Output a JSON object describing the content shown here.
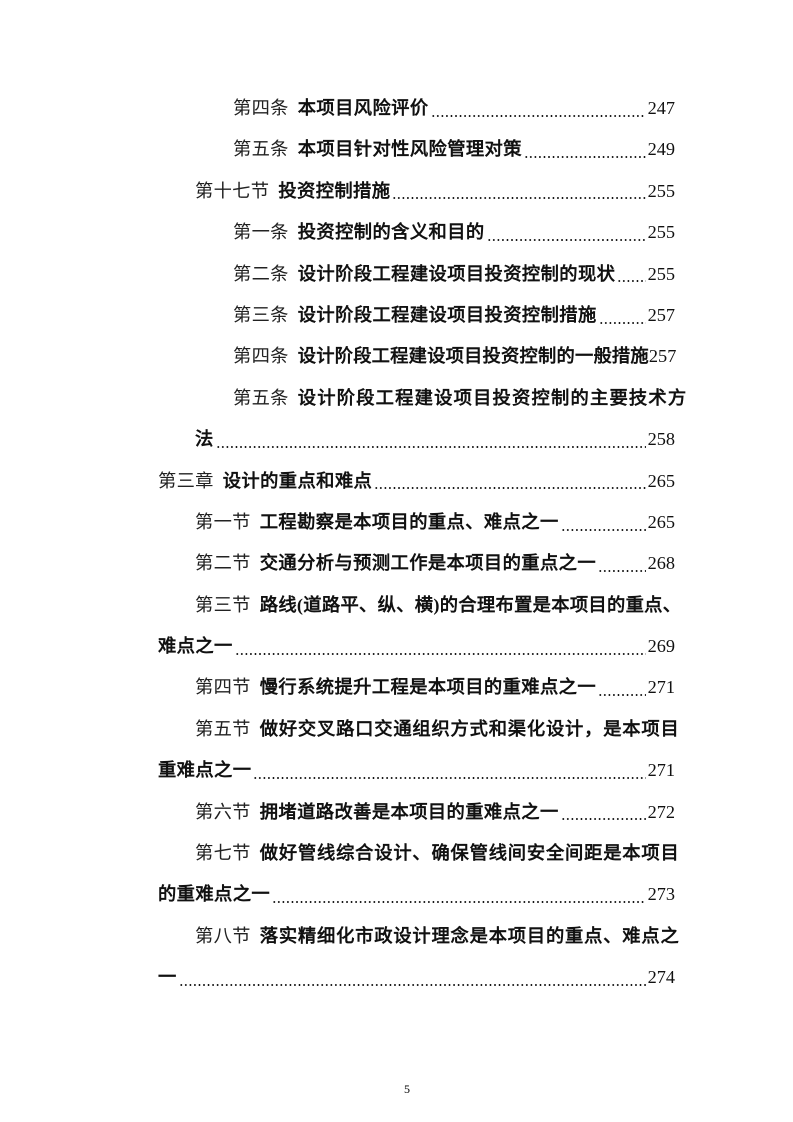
{
  "toc": {
    "entries": [
      {
        "level": 3,
        "label": "第四条",
        "title_lines": [
          "本项目风险评价"
        ],
        "page": "247"
      },
      {
        "level": 3,
        "label": "第五条",
        "title_lines": [
          "本项目针对性风险管理对策"
        ],
        "page": "249"
      },
      {
        "level": 2,
        "label": "第十七节",
        "title_lines": [
          "投资控制措施"
        ],
        "page": "255"
      },
      {
        "level": 3,
        "label": "第一条",
        "title_lines": [
          "投资控制的含义和目的"
        ],
        "page": "255"
      },
      {
        "level": 3,
        "label": "第二条",
        "title_lines": [
          "设计阶段工程建设项目投资控制的现状"
        ],
        "page": "255"
      },
      {
        "level": 3,
        "label": "第三条",
        "title_lines": [
          "设计阶段工程建设项目投资控制措施"
        ],
        "page": "257"
      },
      {
        "level": 3,
        "label": "第四条",
        "title_lines": [
          "设计阶段工程建设项目投资控制的一般措施"
        ],
        "page": "257"
      },
      {
        "level": 3,
        "label": "第五条",
        "title_lines": [
          "设计阶段工程建设项目投资控制的主要技术方",
          "法"
        ],
        "page": "258"
      },
      {
        "level": 1,
        "label": "第三章",
        "title_lines": [
          "设计的重点和难点"
        ],
        "page": "265"
      },
      {
        "level": 2,
        "label": "第一节",
        "title_lines": [
          "工程勘察是本项目的重点、难点之一"
        ],
        "page": "265"
      },
      {
        "level": 2,
        "label": "第二节",
        "title_lines": [
          "交通分析与预测工作是本项目的重点之一"
        ],
        "page": "268"
      },
      {
        "level": 2,
        "label": "第三节",
        "title_lines": [
          "路线(道路平、纵、横)的合理布置是本项目的重点、",
          "难点之一"
        ],
        "page": "269"
      },
      {
        "level": 2,
        "label": "第四节",
        "title_lines": [
          "慢行系统提升工程是本项目的重难点之一"
        ],
        "page": "271"
      },
      {
        "level": 2,
        "label": "第五节",
        "title_lines": [
          "做好交叉路口交通组织方式和渠化设计，是本项目",
          "重难点之一"
        ],
        "page": "271"
      },
      {
        "level": 2,
        "label": "第六节",
        "title_lines": [
          "拥堵道路改善是本项目的重难点之一"
        ],
        "page": "272"
      },
      {
        "level": 2,
        "label": "第七节",
        "title_lines": [
          "做好管线综合设计、确保管线间安全间距是本项目",
          "的重难点之一"
        ],
        "page": "273"
      },
      {
        "level": 2,
        "label": "第八节",
        "title_lines": [
          "落实精细化市政设计理念是本项目的重点、难点之",
          "一"
        ],
        "page": "274"
      }
    ]
  },
  "footer": {
    "page_number": "5"
  }
}
